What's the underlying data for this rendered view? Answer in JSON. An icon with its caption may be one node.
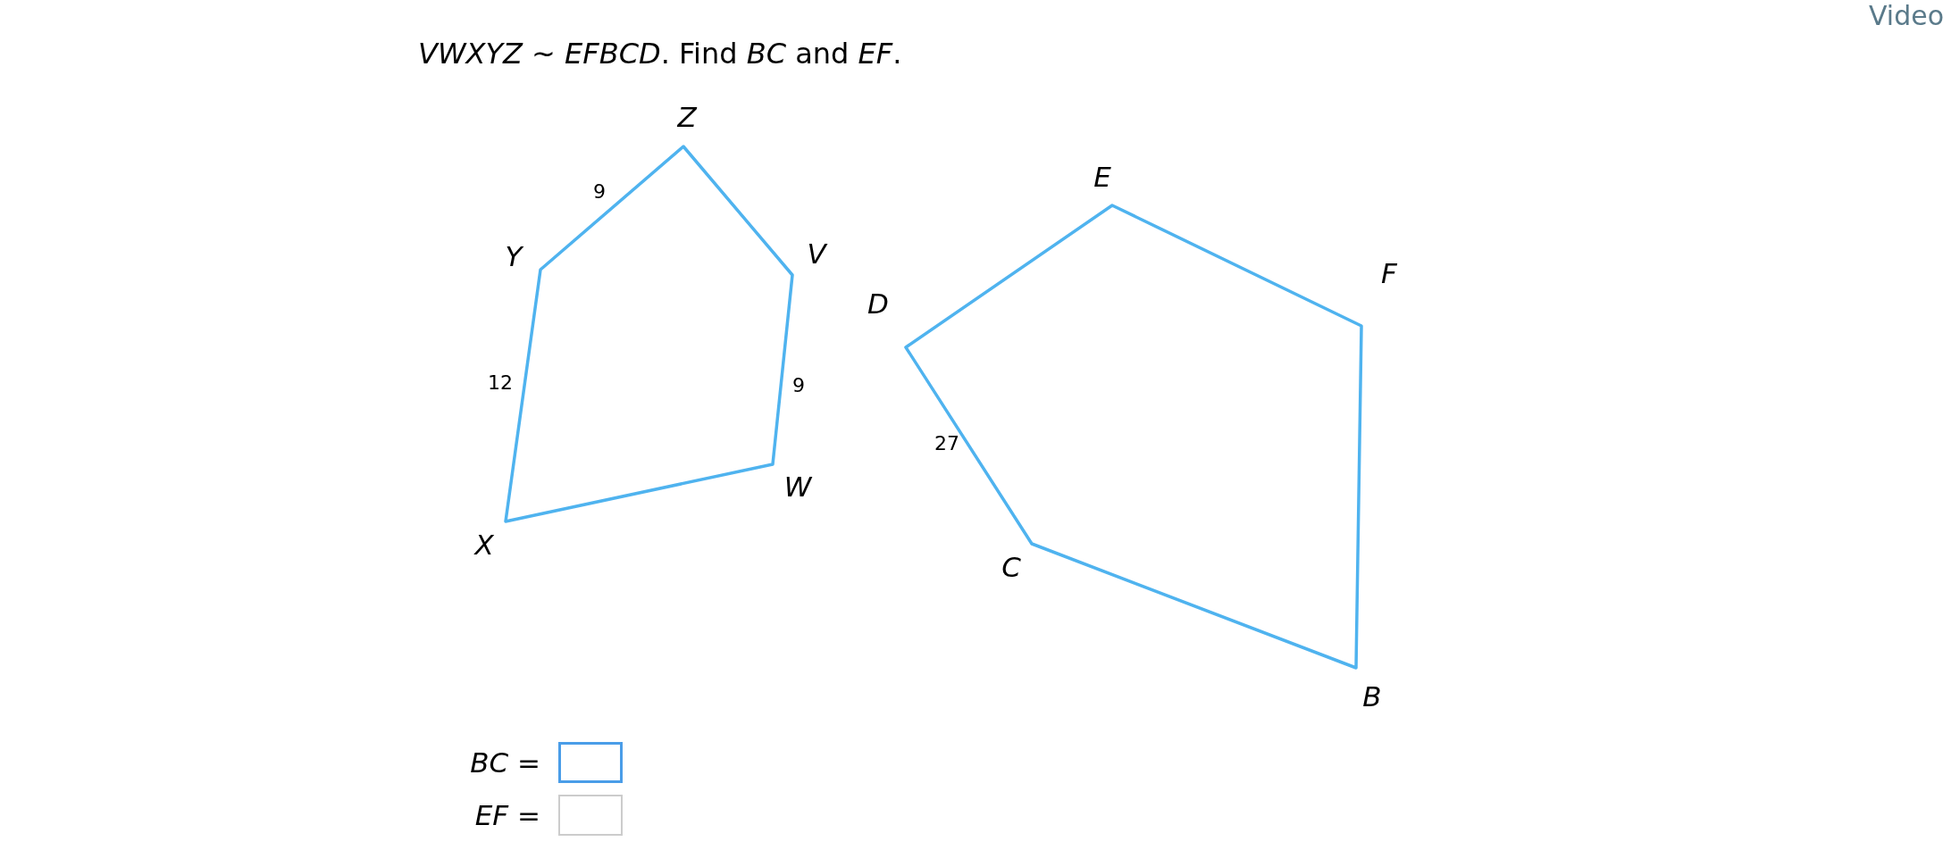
{
  "diagram": {
    "title": "*VWXYZ* ~ *EFBCD*. Find *BC* and *EF*.",
    "labels": [
      "Video",
      "Z",
      "9",
      "E",
      "Y",
      "V",
      "F",
      "D",
      "12",
      "9",
      "27",
      "W",
      "X",
      "C",
      "B",
      "*BC* =",
      "*EF* ="
    ]
  }
}
